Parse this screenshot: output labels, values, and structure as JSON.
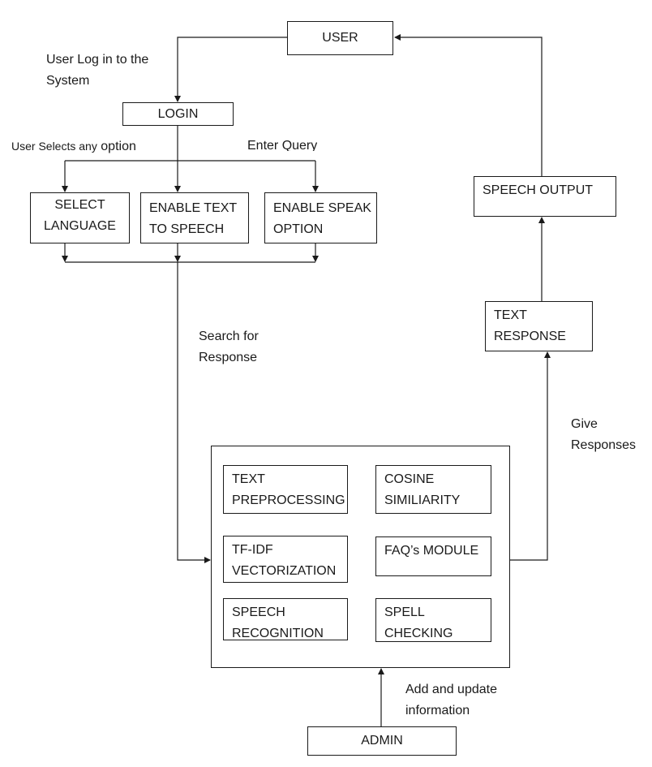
{
  "nodes": {
    "user": "USER",
    "login": "LOGIN",
    "select_language": [
      "SELECT",
      "LANGUAGE"
    ],
    "enable_tts": [
      "ENABLE TEXT",
      "TO SPEECH"
    ],
    "enable_speak": [
      "ENABLE SPEAK",
      "OPTION"
    ],
    "speech_output": "SPEECH OUTPUT",
    "text_response": [
      "TEXT",
      "RESPONSE"
    ],
    "admin": "ADMIN",
    "modules": {
      "text_preprocessing": [
        "TEXT",
        "PREPROCESSING"
      ],
      "cosine_similarity": [
        "COSINE",
        "SIMILIARITY"
      ],
      "tfidf": [
        "TF-IDF",
        "VECTORIZATION"
      ],
      "faq": "FAQ’s MODULE",
      "speech_recognition": [
        "SPEECH",
        "RECOGNITION"
      ],
      "spell_checking": [
        "SPELL",
        "CHECKING"
      ]
    }
  },
  "labels": {
    "user_login": [
      "User Log in to the",
      "System"
    ],
    "user_selects_prefix": "User Selects any",
    "user_selects_word": "option",
    "enter_query": "Enter Query",
    "search_response": [
      "Search for",
      "Response"
    ],
    "give_responses": [
      "Give",
      "Responses"
    ],
    "add_update": [
      "Add and update",
      "information"
    ]
  }
}
